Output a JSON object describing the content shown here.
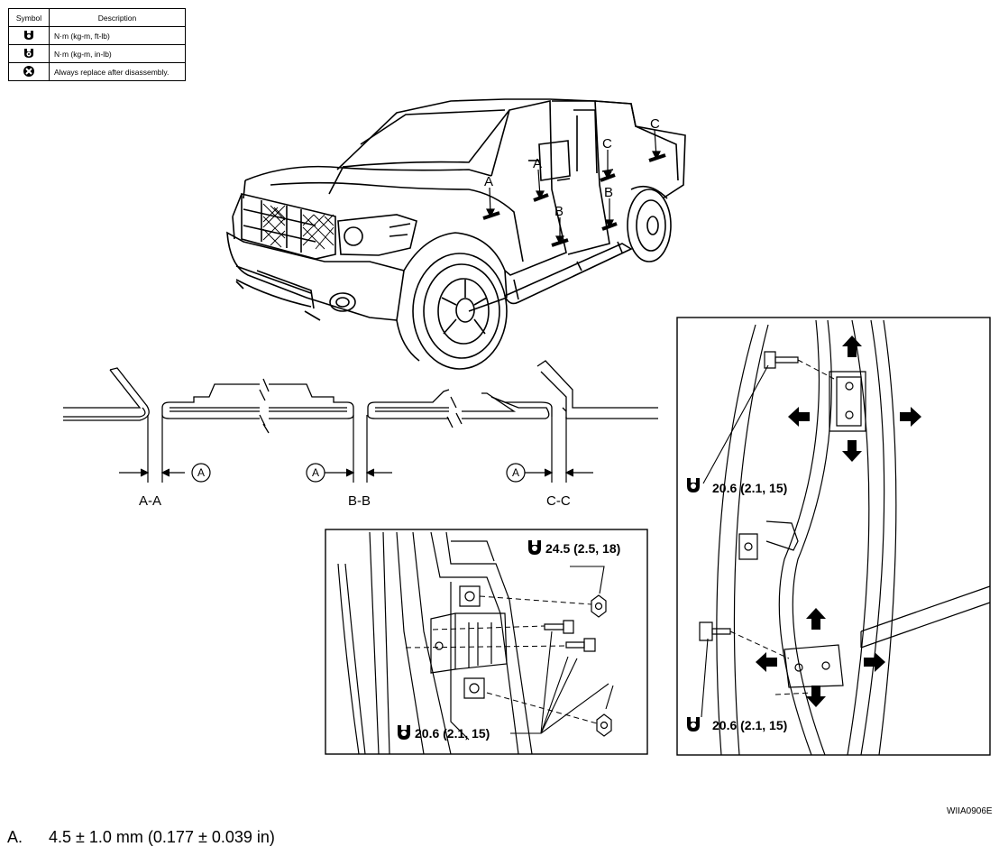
{
  "legend": {
    "header_symbol": "Symbol",
    "header_description": "Description",
    "rows": [
      {
        "icon": "torque-wrench-icon",
        "text": "N·m (kg-m, ft-lb)"
      },
      {
        "icon": "torque-wrench-inlb-icon",
        "text": "N·m (kg-m, in-lb)"
      },
      {
        "icon": "always-replace-icon",
        "text": "Always replace after disassembly."
      }
    ]
  },
  "truck_labels": {
    "a": "A",
    "b": "B",
    "c": "C"
  },
  "sections": {
    "aa": "A-A",
    "bb": "B-B",
    "cc": "C-C",
    "dim": "A"
  },
  "torques": {
    "hinge_nut": "24.5 (2.5, 18)",
    "hinge_bolt": "20.6 (2.1, 15)",
    "door_upper": "20.6 (2.1, 15)",
    "door_lower": "20.6 (2.1, 15)"
  },
  "figure_code": "WIIA0906E",
  "footnote": {
    "key": "A.",
    "text": "4.5 ± 1.0 mm (0.177 ± 0.039 in)"
  }
}
